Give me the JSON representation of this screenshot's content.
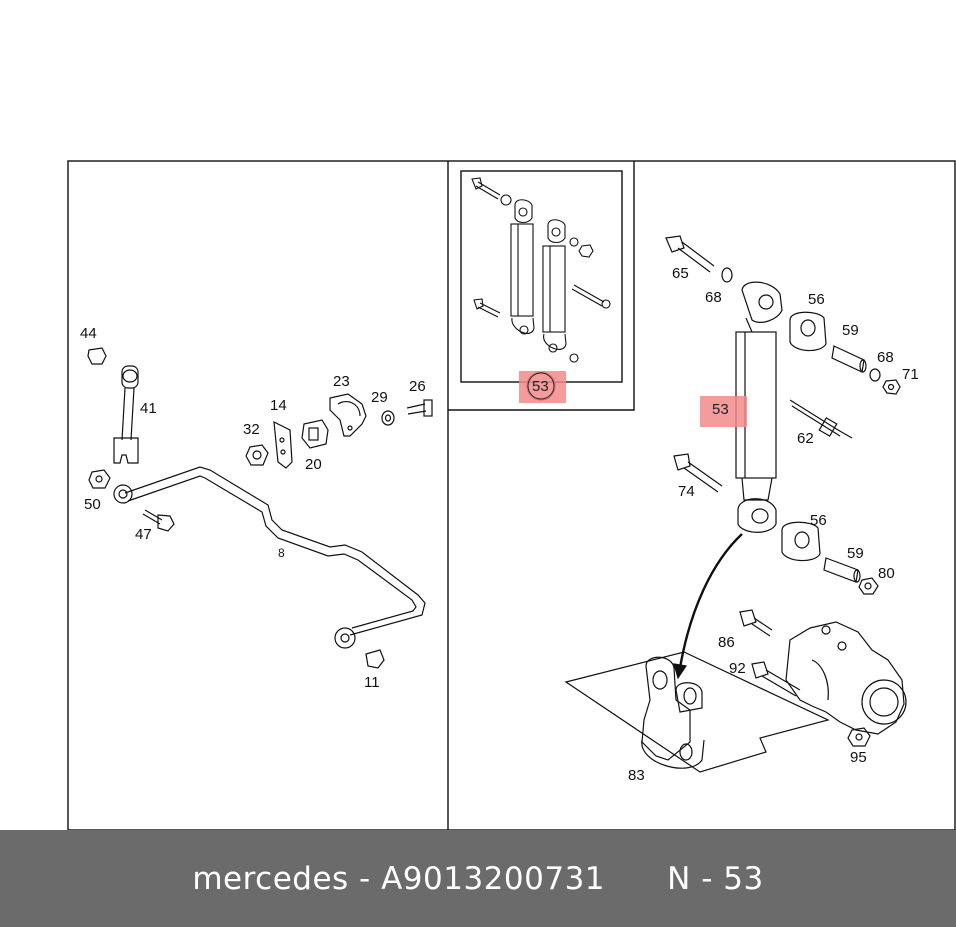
{
  "highlight_color": "#f28b8b",
  "footer": {
    "brand": "mercedes",
    "separator": " - ",
    "part_number": "A9013200731",
    "ref": "N - 53"
  },
  "left_panel": {
    "callouts": {
      "c44": "44",
      "c41": "41",
      "c50": "50",
      "c47": "47",
      "c8": "8",
      "c11": "11",
      "c32": "32",
      "c14": "14",
      "c20": "20",
      "c23": "23",
      "c29": "29",
      "c26": "26"
    }
  },
  "inset": {
    "callout": "53"
  },
  "right_panel": {
    "callouts": {
      "c65": "65",
      "c68a": "68",
      "c56a": "56",
      "c59a": "59",
      "c68b": "68",
      "c71": "71",
      "c53": "53",
      "c62": "62",
      "c74": "74",
      "c56b": "56",
      "c59b": "59",
      "c80": "80",
      "c86": "86",
      "c92": "92",
      "c83": "83",
      "c95": "95"
    }
  }
}
